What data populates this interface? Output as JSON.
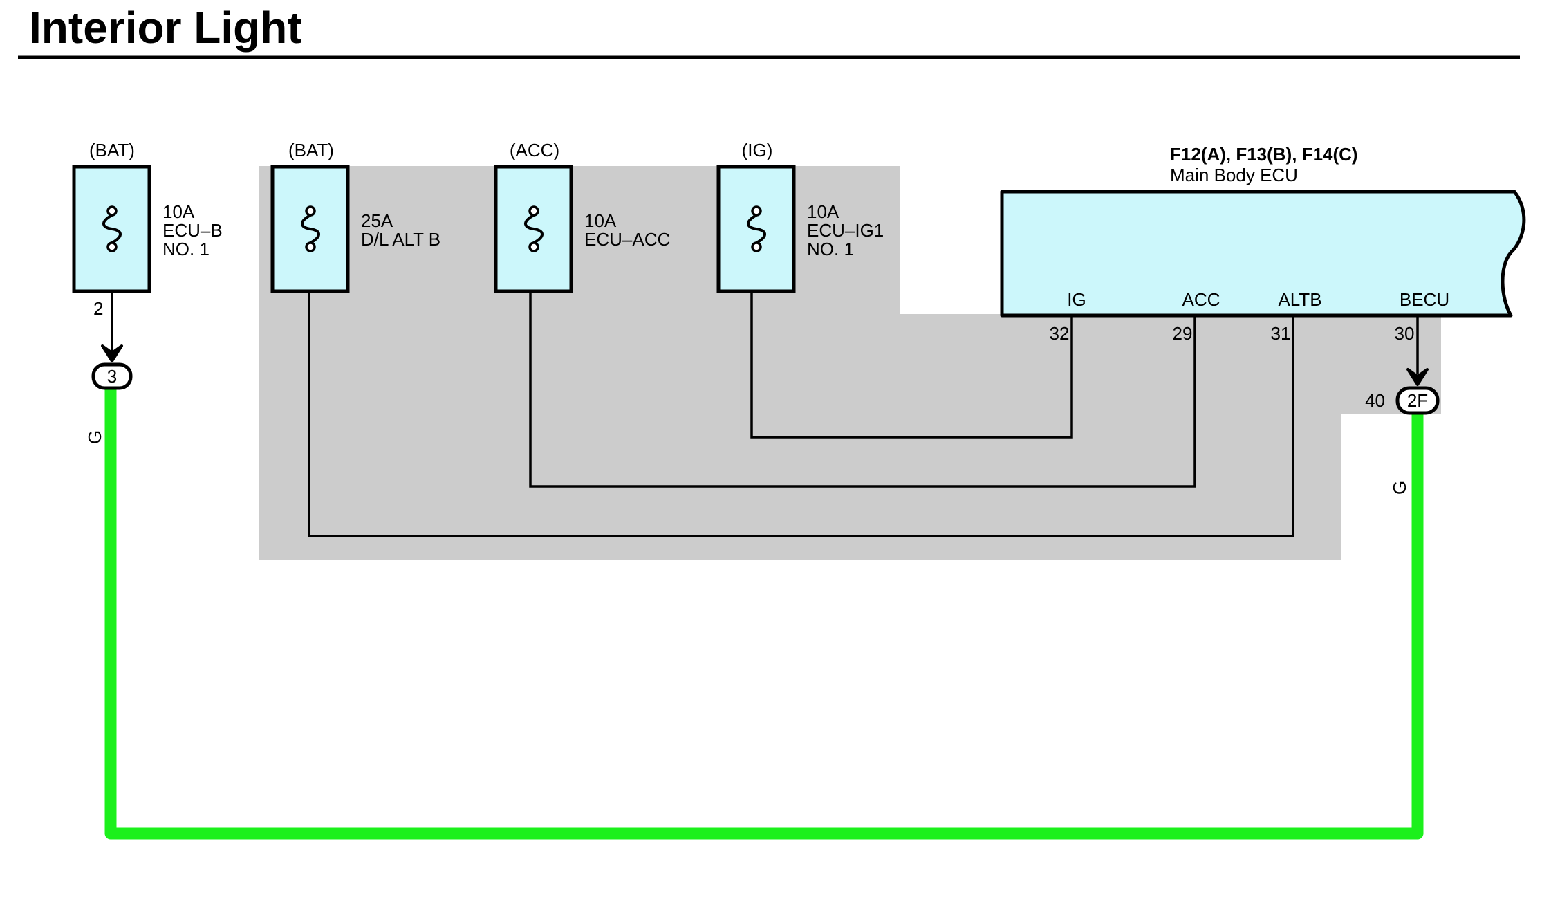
{
  "title": "Interior Light",
  "fuses": [
    {
      "source": "(BAT)",
      "line1": "10A",
      "line2": "ECU–B",
      "line3": "NO. 1",
      "pin": "2"
    },
    {
      "source": "(BAT)",
      "line1": "25A",
      "line2": "D/L ALT B",
      "line3": ""
    },
    {
      "source": "(ACC)",
      "line1": "10A",
      "line2": "ECU–ACC",
      "line3": ""
    },
    {
      "source": "(IG)",
      "line1": "10A",
      "line2": "ECU–IG1",
      "line3": "NO. 1"
    }
  ],
  "ecu": {
    "connectors": "F12(A), F13(B), F14(C)",
    "name": "Main Body ECU",
    "terminals": [
      {
        "name": "IG",
        "pin": "32"
      },
      {
        "name": "ACC",
        "pin": "29"
      },
      {
        "name": "ALTB",
        "pin": "31"
      },
      {
        "name": "BECU",
        "pin": "30"
      }
    ]
  },
  "connectors": {
    "left": {
      "label": "3"
    },
    "right": {
      "label": "2F",
      "pin": "40"
    }
  },
  "wire_color_labels": {
    "left": "G",
    "right": "G"
  },
  "colors": {
    "green_wire": "#1cf01c",
    "component_fill": "#ccf7fb",
    "shaded_area": "#cccccc"
  }
}
